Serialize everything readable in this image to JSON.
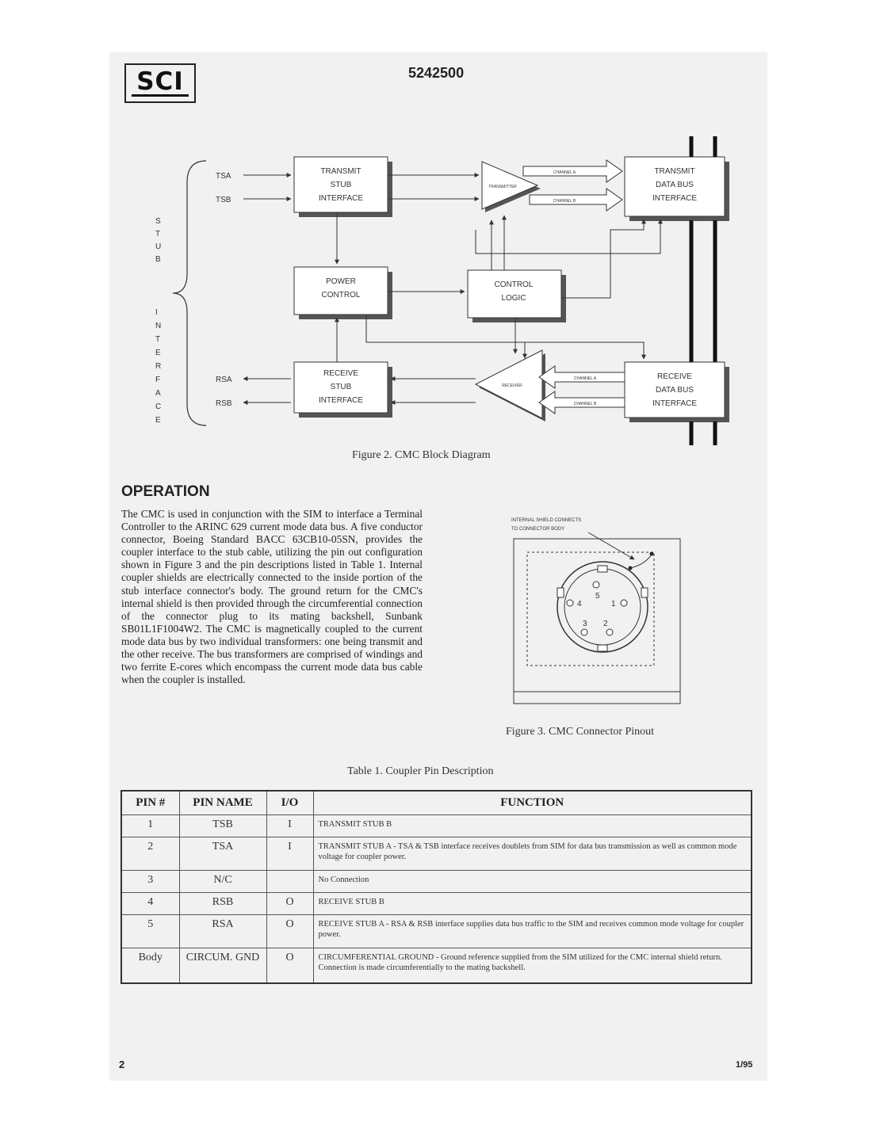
{
  "header": {
    "logo_text": "SCI",
    "doc_number": "5242500"
  },
  "block_diagram": {
    "stub_interface_label": [
      "S",
      "T",
      "U",
      "B",
      "I",
      "N",
      "T",
      "E",
      "R",
      "F",
      "A",
      "C",
      "E"
    ],
    "signals": {
      "tsa": "TSA",
      "tsb": "TSB",
      "rsa": "RSA",
      "rsb": "RSB"
    },
    "blocks": {
      "transmit_stub": [
        "TRANSMIT",
        "STUB",
        "INTERFACE"
      ],
      "transmit_bus": [
        "TRANSMIT",
        "DATA BUS",
        "INTERFACE"
      ],
      "power_control": [
        "POWER",
        "CONTROL"
      ],
      "control_logic": [
        "CONTROL",
        "LOGIC"
      ],
      "receive_stub": [
        "RECEIVE",
        "STUB",
        "INTERFACE"
      ],
      "receive_bus": [
        "RECEIVE",
        "DATA BUS",
        "INTERFACE"
      ]
    },
    "transmitter_label": "TRANSMITTER",
    "receiver_label": "RECEIVER",
    "channel_a": "CHANNEL A",
    "channel_b": "CHANNEL B",
    "caption": "Figure 2. CMC Block Diagram"
  },
  "operation": {
    "heading": "OPERATION",
    "text": "The CMC is used in conjunction with the SIM to interface a Terminal Controller to the ARINC 629 current mode data bus. A five conductor connector, Boeing Standard BACC 63CB10-05SN, provides the coupler interface to the stub cable, utilizing the pin out configuration shown in Figure 3 and the pin descriptions listed in Table 1. Internal coupler shields are electrically connected to the inside portion of the stub interface connector's body. The ground return for the CMC's internal shield is then provided through the circumferential connection of the connector plug to its mating backshell, Sunbank SB01L1F1004W2. The CMC is magnetically coupled to the current mode data bus by two individual transformers: one being transmit and the other receive. The bus transformers are comprised of windings and two ferrite E-cores which encompass the current mode data bus cable when the coupler is installed."
  },
  "pinout": {
    "note_line1": "INTERNAL SHIELD CONNECTS",
    "note_line2": "TO CONNECTOR BODY",
    "pins": [
      "5",
      "4",
      "1",
      "3",
      "2"
    ],
    "caption": "Figure 3. CMC Connector Pinout"
  },
  "table": {
    "caption": "Table 1. Coupler Pin Description",
    "headers": [
      "PIN #",
      "PIN NAME",
      "I/O",
      "FUNCTION"
    ],
    "rows": [
      {
        "pin": "1",
        "name": "TSB",
        "io": "I",
        "function": "TRANSMIT STUB B"
      },
      {
        "pin": "2",
        "name": "TSA",
        "io": "I",
        "function": "TRANSMIT STUB A - TSA & TSB interface receives doublets from SIM for data bus transmission as well as common mode voltage for coupler power."
      },
      {
        "pin": "3",
        "name": "N/C",
        "io": "",
        "function": "No Connection"
      },
      {
        "pin": "4",
        "name": "RSB",
        "io": "O",
        "function": "RECEIVE STUB B"
      },
      {
        "pin": "5",
        "name": "RSA",
        "io": "O",
        "function": "RECEIVE STUB A - RSA & RSB interface supplies data bus traffic to the SIM and receives common mode voltage for coupler power."
      },
      {
        "pin": "Body",
        "name": "CIRCUM. GND",
        "io": "O",
        "function": "CIRCUMFERENTIAL GROUND - Ground reference supplied from the SIM utilized for the CMC internal shield return. Connection is made circumferentially to the mating backshell."
      }
    ]
  },
  "footer": {
    "page_number": "2",
    "date": "1/95"
  }
}
